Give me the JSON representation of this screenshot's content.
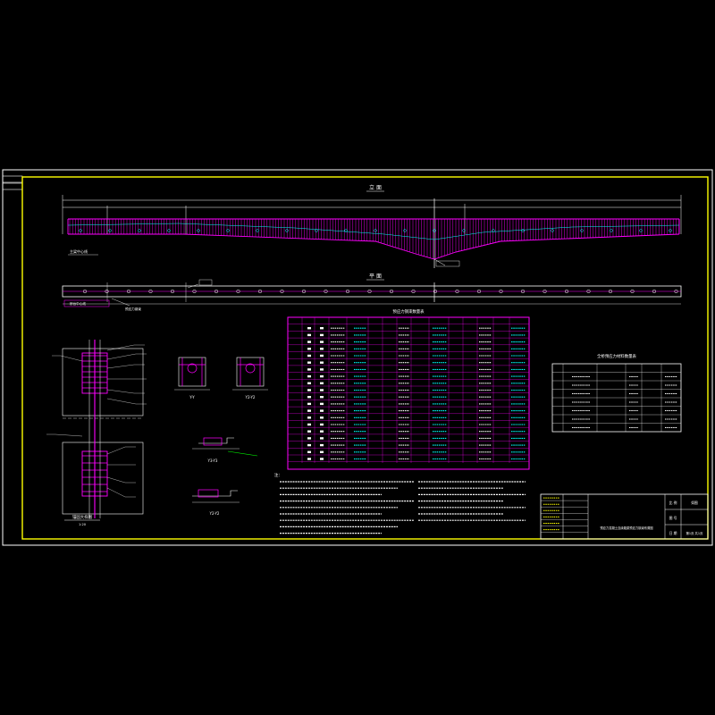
{
  "sheet": {
    "background": "#000000",
    "frame_color": "#ffff00",
    "line_colors": {
      "white": "#ffffff",
      "magenta": "#ff00ff",
      "cyan": "#00ffff",
      "yellow": "#ffff00",
      "green": "#00ff00",
      "red": "#ff0000"
    }
  },
  "elevation": {
    "title": "立  面",
    "left_label": "主梁中心线"
  },
  "plan": {
    "title": "平  面",
    "left_label": "桥台中心线",
    "mid_label": "预应力钢束"
  },
  "detail": {
    "caption": "锚固大样图",
    "scale": "1:20"
  },
  "sections": [
    {
      "label": "Y-Y"
    },
    {
      "label": "Y2-Y2"
    },
    {
      "label": "Y3-Y3"
    },
    {
      "label": "Y2-Y2"
    }
  ],
  "main_table": {
    "title": "预应力钢束数量表"
  },
  "side_table": {
    "title": "全桥预应力材料数量表"
  },
  "notes": {
    "heading": "注："
  },
  "title_block": {
    "drawing_title": "预应力混凝土连续箱梁预应力钢束布置图",
    "scale_label": "比  例",
    "scale_value": "如图",
    "sheet_label": "图  号",
    "date_label": "日  期",
    "page_label": "第1页 共1页"
  }
}
